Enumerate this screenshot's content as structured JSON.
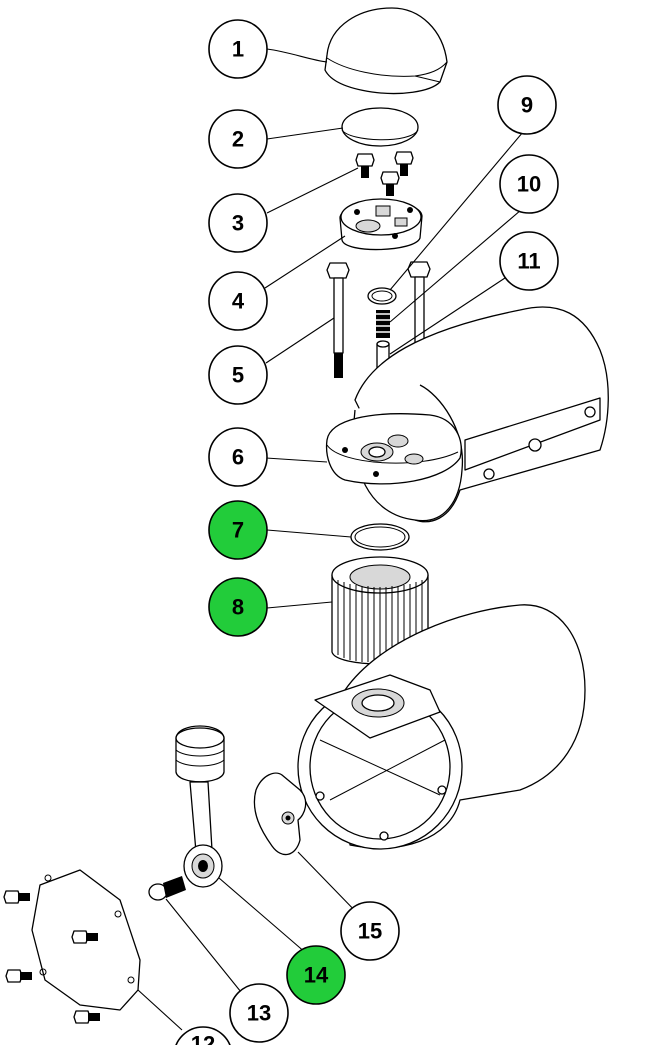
{
  "diagram": {
    "title": "Compressor pump exploded parts diagram",
    "highlight_color": "#22cc3a",
    "callouts": [
      {
        "id": "1",
        "label": "1",
        "highlighted": false
      },
      {
        "id": "2",
        "label": "2",
        "highlighted": false
      },
      {
        "id": "3",
        "label": "3",
        "highlighted": false
      },
      {
        "id": "4",
        "label": "4",
        "highlighted": false
      },
      {
        "id": "5",
        "label": "5",
        "highlighted": false
      },
      {
        "id": "6",
        "label": "6",
        "highlighted": false
      },
      {
        "id": "7",
        "label": "7",
        "highlighted": true
      },
      {
        "id": "8",
        "label": "8",
        "highlighted": true
      },
      {
        "id": "9",
        "label": "9",
        "highlighted": false
      },
      {
        "id": "10",
        "label": "10",
        "highlighted": false
      },
      {
        "id": "11",
        "label": "11",
        "highlighted": false
      },
      {
        "id": "12",
        "label": "12",
        "highlighted": false
      },
      {
        "id": "13",
        "label": "13",
        "highlighted": false
      },
      {
        "id": "14",
        "label": "14",
        "highlighted": true
      },
      {
        "id": "15",
        "label": "15",
        "highlighted": false
      }
    ]
  }
}
